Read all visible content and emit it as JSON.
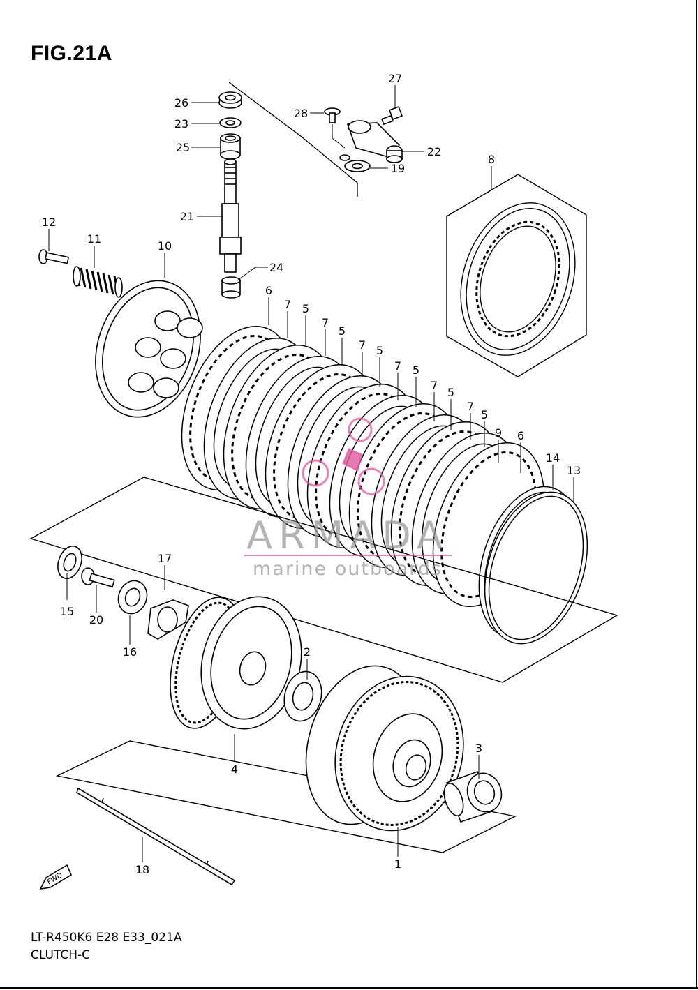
{
  "figure": {
    "title": "FIG.21A",
    "model_code": "LT-R450K6 E28 E33_021A",
    "section_name": "CLUTCH-C"
  },
  "watermark": {
    "brand": "ARMADA",
    "tagline": "marine outboards",
    "logo_color": "#e05aa0",
    "text_color": "#9a9a9a"
  },
  "badge": {
    "fwd_label": "FWD"
  },
  "callouts": [
    {
      "id": "c26",
      "label": "26"
    },
    {
      "id": "c23",
      "label": "23"
    },
    {
      "id": "c25",
      "label": "25"
    },
    {
      "id": "c21",
      "label": "21"
    },
    {
      "id": "c24",
      "label": "24"
    },
    {
      "id": "c27",
      "label": "27"
    },
    {
      "id": "c28",
      "label": "28"
    },
    {
      "id": "c22",
      "label": "22"
    },
    {
      "id": "c19",
      "label": "19"
    },
    {
      "id": "c8",
      "label": "8"
    },
    {
      "id": "c12",
      "label": "12"
    },
    {
      "id": "c11",
      "label": "11"
    },
    {
      "id": "c10",
      "label": "10"
    },
    {
      "id": "c6a",
      "label": "6"
    },
    {
      "id": "c7a",
      "label": "7"
    },
    {
      "id": "c5a",
      "label": "5"
    },
    {
      "id": "c7b",
      "label": "7"
    },
    {
      "id": "c5b",
      "label": "5"
    },
    {
      "id": "c7c",
      "label": "7"
    },
    {
      "id": "c5c",
      "label": "5"
    },
    {
      "id": "c7d",
      "label": "7"
    },
    {
      "id": "c5d",
      "label": "5"
    },
    {
      "id": "c7e",
      "label": "7"
    },
    {
      "id": "c5e",
      "label": "5"
    },
    {
      "id": "c7f",
      "label": "7"
    },
    {
      "id": "c5f",
      "label": "5"
    },
    {
      "id": "c9",
      "label": "9"
    },
    {
      "id": "c6b",
      "label": "6"
    },
    {
      "id": "c14",
      "label": "14"
    },
    {
      "id": "c13",
      "label": "13"
    },
    {
      "id": "c15",
      "label": "15"
    },
    {
      "id": "c20",
      "label": "20"
    },
    {
      "id": "c17",
      "label": "17"
    },
    {
      "id": "c16",
      "label": "16"
    },
    {
      "id": "c2",
      "label": "2"
    },
    {
      "id": "c4",
      "label": "4"
    },
    {
      "id": "c3",
      "label": "3"
    },
    {
      "id": "c1",
      "label": "1"
    },
    {
      "id": "c18",
      "label": "18"
    }
  ]
}
